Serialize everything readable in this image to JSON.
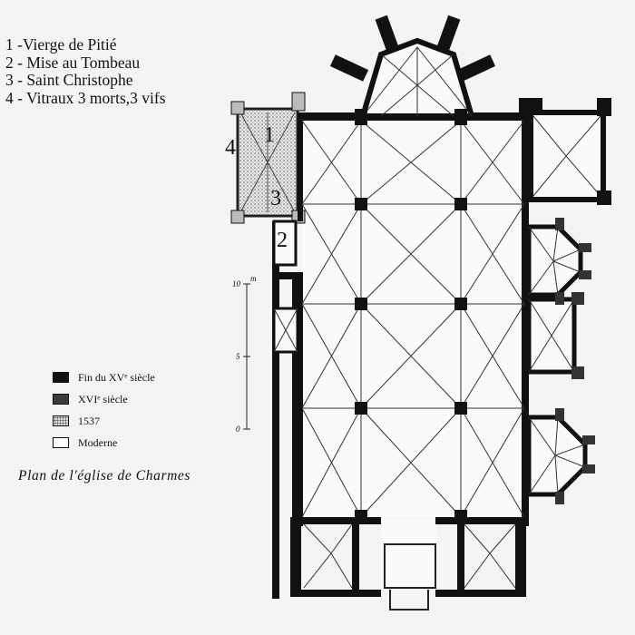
{
  "legend_items": [
    "1 -Vierge de Pitié",
    "2 - Mise au Tombeau",
    "3 - Saint Christophe",
    "4 - Vitraux 3 morts,3 vifs"
  ],
  "plan_markers": [
    "1",
    "2",
    "3",
    "4"
  ],
  "key": [
    {
      "label": "Fin du XVᵉ siècle",
      "color": "#111111"
    },
    {
      "label": "XVIᵉ siècle",
      "color": "#3a3a3a"
    },
    {
      "label": "1537",
      "color": "#bdbdbd"
    },
    {
      "label": "Moderne",
      "color": "#ffffff"
    }
  ],
  "scale": {
    "ticks": [
      "10",
      "5",
      "0"
    ],
    "unit": "m"
  },
  "caption": "Plan de l'église de Charmes"
}
